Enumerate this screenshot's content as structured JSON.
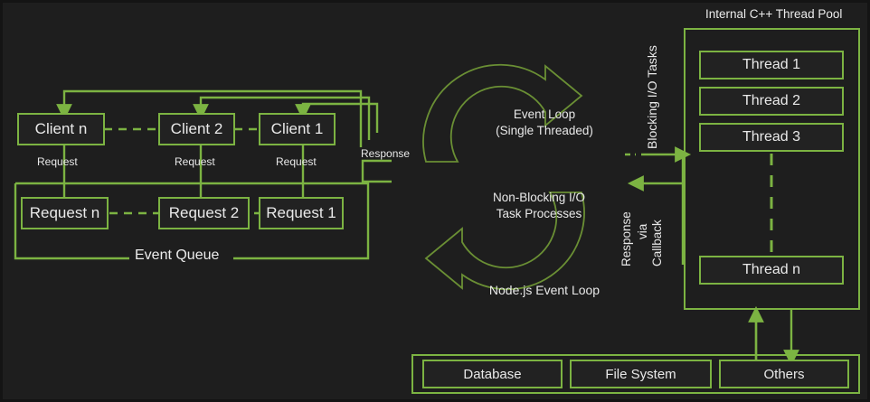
{
  "theme": {
    "background": "#1e1e1e",
    "accent_green": "#7cb342",
    "circle_green": "#6a8f34",
    "text": "#e9e9e9"
  },
  "clients": {
    "items": [
      {
        "label": "Client n"
      },
      {
        "label": "Client 2"
      },
      {
        "label": "Client 1"
      }
    ],
    "request_labels": [
      "Request",
      "Request",
      "Request"
    ],
    "response_label": "Response"
  },
  "event_queue": {
    "title": "Event Queue",
    "items": [
      {
        "label": "Request n"
      },
      {
        "label": "Request 2"
      },
      {
        "label": "Request 1"
      }
    ]
  },
  "event_loop": {
    "caption": "Node.js Event Loop",
    "top_line1": "Event Loop",
    "top_line2": "(Single Threaded)",
    "bottom_line1": "Non-Blocking I/O",
    "bottom_line2": "Task Processes"
  },
  "connectors": {
    "blocking_label": "Blocking I/O Tasks",
    "response_label_line1": "Response",
    "response_label_line2": "via",
    "response_label_line3": "Callback"
  },
  "thread_pool": {
    "title": "Internal C++ Thread Pool",
    "threads": [
      {
        "label": "Thread 1"
      },
      {
        "label": "Thread 2"
      },
      {
        "label": "Thread 3"
      },
      {
        "label": "Thread n"
      }
    ]
  },
  "resources": {
    "items": [
      {
        "label": "Database"
      },
      {
        "label": "File System"
      },
      {
        "label": "Others"
      }
    ]
  }
}
